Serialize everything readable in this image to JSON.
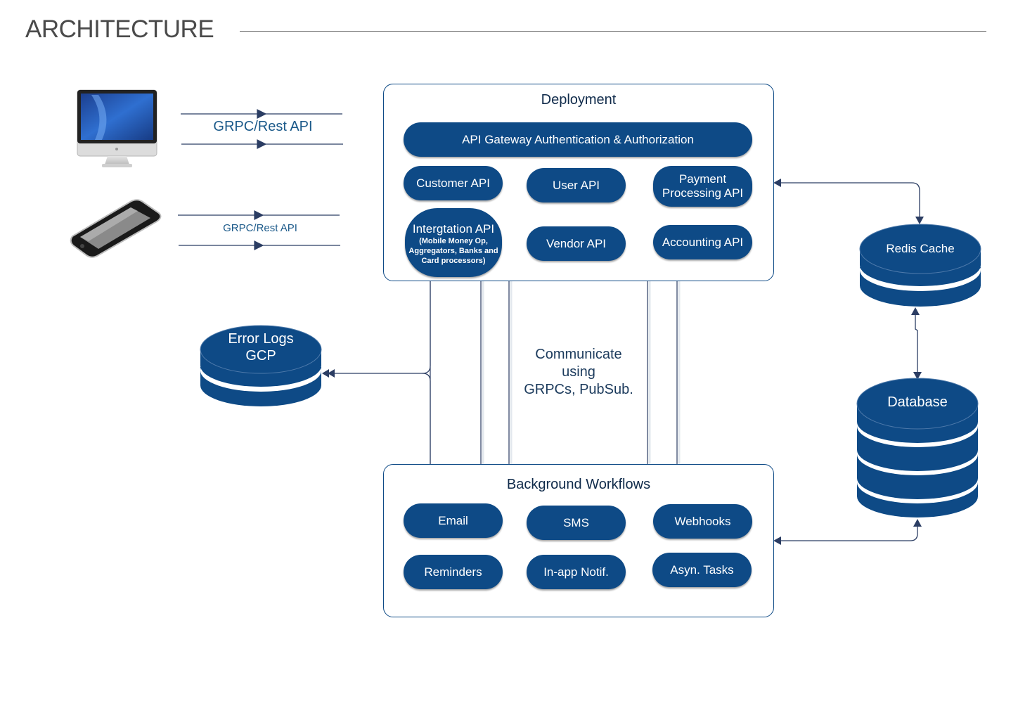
{
  "page": {
    "title": "ARCHITECTURE"
  },
  "clients": {
    "desktop_label": "GRPC/Rest API",
    "mobile_label": "GRPC/Rest API"
  },
  "deployment": {
    "title": "Deployment",
    "gateway": "API Gateway Authentication & Authorization",
    "customer_api": "Customer API",
    "user_api": "User API",
    "payment_api_line1": "Payment",
    "payment_api_line2": "Processing API",
    "integration_api": "Intergtation API",
    "integration_api_sub_line1": "(Mobile Money Op,",
    "integration_api_sub_line2": "Aggregators, Banks and",
    "integration_api_sub_line3": "Card processors)",
    "vendor_api": "Vendor API",
    "accounting_api": "Accounting API"
  },
  "communication": {
    "line1": "Communicate",
    "line2": "using",
    "line3": "GRPCs, PubSub."
  },
  "background": {
    "title": "Background Workflows",
    "email": "Email",
    "sms": "SMS",
    "webhooks": "Webhooks",
    "reminders": "Reminders",
    "in_app": "In-app Notif.",
    "async_tasks": "Asyn. Tasks"
  },
  "storage": {
    "error_logs_line1": "Error Logs",
    "error_logs_line2": "GCP",
    "redis": "Redis Cache",
    "database": "Database"
  },
  "colors": {
    "primary": "#0e4a86",
    "text_dark": "#0f2a4a",
    "connector": "#2b3d63"
  }
}
